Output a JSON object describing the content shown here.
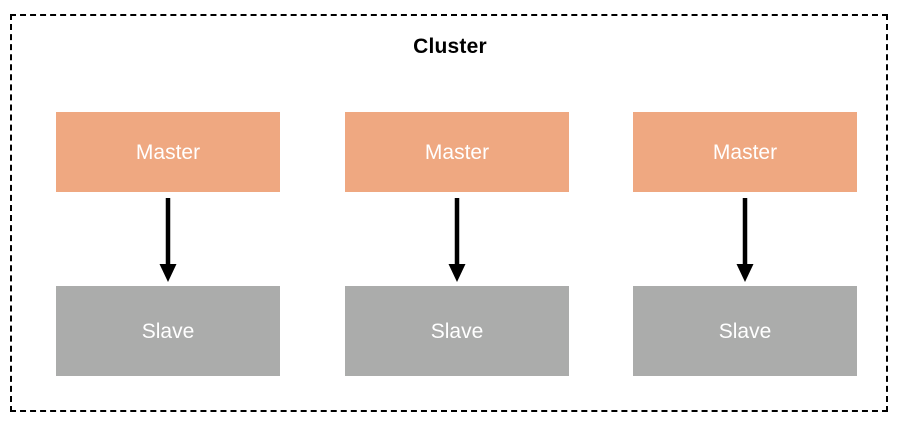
{
  "diagram": {
    "title": "Cluster",
    "container": {
      "name": "cluster-boundary",
      "border_style": "dashed",
      "border_color": "#000000"
    },
    "colors": {
      "master_fill": "#EFA881",
      "slave_fill": "#ABACAB",
      "label_text": "#FFFFFF",
      "title_text": "#000000",
      "arrow": "#000000",
      "background": "#FFFFFF"
    },
    "columns": [
      {
        "master_label": "Master",
        "slave_label": "Slave",
        "arrow_label": "replication-arrow"
      },
      {
        "master_label": "Master",
        "slave_label": "Slave",
        "arrow_label": "replication-arrow"
      },
      {
        "master_label": "Master",
        "slave_label": "Slave",
        "arrow_label": "replication-arrow"
      }
    ]
  }
}
